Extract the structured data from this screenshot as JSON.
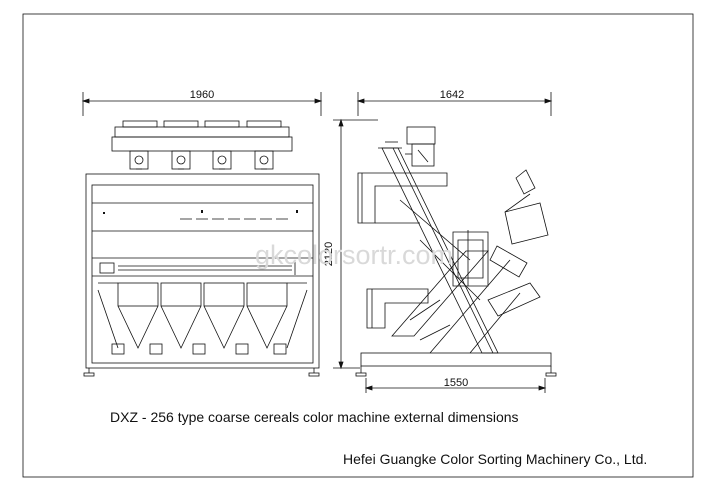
{
  "dimensions": {
    "front_width": "1960",
    "side_depth": "1642",
    "height": "2120",
    "base_length": "1550"
  },
  "watermark": "gkcolorsortr.com",
  "caption": "DXZ - 256 type coarse cereals color machine external dimensions",
  "company": "Hefei Guangke Color Sorting Machinery Co., Ltd.",
  "colors": {
    "line": "#111111",
    "background": "#ffffff",
    "watermark": "#d9d9d9"
  }
}
